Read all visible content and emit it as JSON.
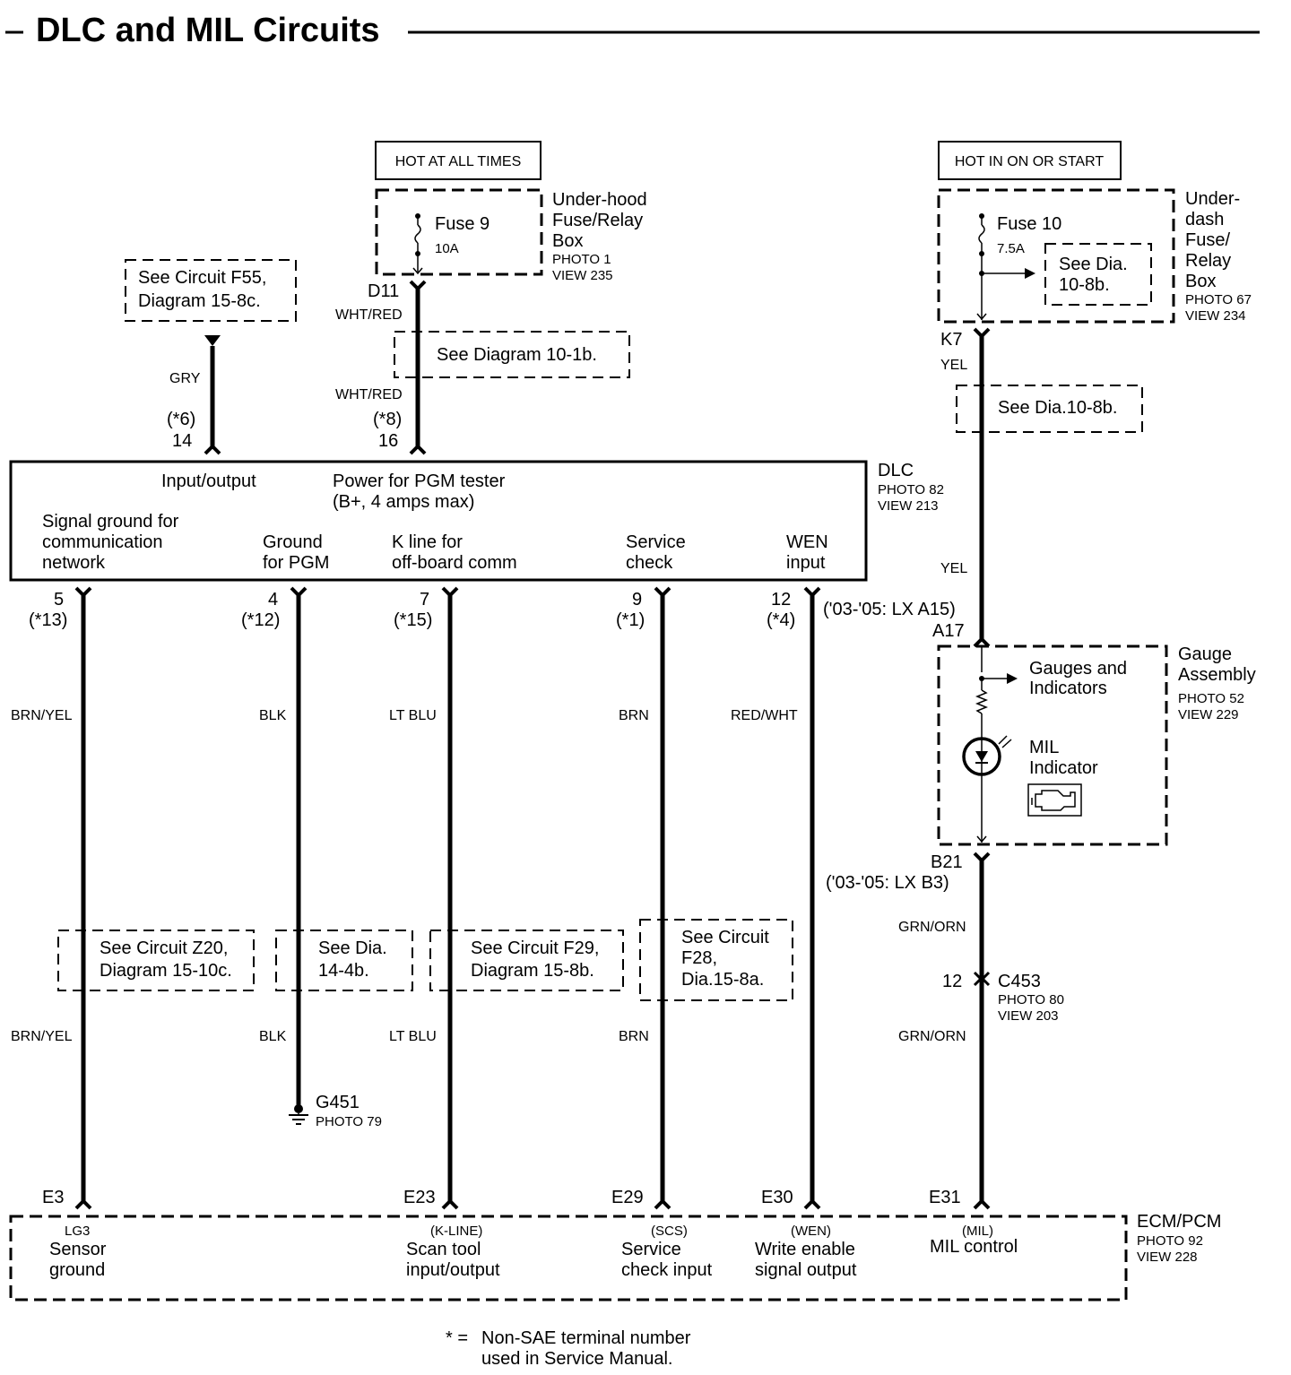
{
  "title": "DLC and MIL Circuits",
  "hot_labels": {
    "all_times": "HOT AT ALL TIMES",
    "on_start": "HOT IN ON OR START"
  },
  "underhood": {
    "fuse": "Fuse 9",
    "amps": "10A",
    "name_lines": [
      "Under-hood",
      "Fuse/Relay",
      "Box"
    ],
    "photo": "PHOTO 1",
    "view": "VIEW 235",
    "terminal": "D11",
    "wire1": "WHT/RED",
    "wire2": "WHT/RED",
    "see": "See Diagram 10-1b."
  },
  "underdash": {
    "fuse": "Fuse 10",
    "amps": "7.5A",
    "see_lines": [
      "See Dia.",
      "10-8b."
    ],
    "name_lines": [
      "Under-",
      "dash",
      "Fuse/",
      "Relay",
      "Box"
    ],
    "photo": "PHOTO 67",
    "view": "VIEW 234",
    "terminal": "K7",
    "wire1": "YEL",
    "see2": "See Dia.10-8b.",
    "wire2": "YEL"
  },
  "f55": {
    "lines": [
      "See Circuit F55,",
      "Diagram 15-8c."
    ],
    "wire": "GRY",
    "star": "(*6)",
    "pin": "14"
  },
  "pin16": {
    "star": "(*8)",
    "pin": "16"
  },
  "dlc": {
    "name": "DLC",
    "photo": "PHOTO 82",
    "view": "VIEW 213",
    "io": "Input/output",
    "power_lines": [
      "Power for PGM tester",
      "(B+, 4 amps max)"
    ],
    "signal_lines": [
      "Signal ground for",
      "communication",
      "network"
    ],
    "ground_lines": [
      "Ground",
      "for PGM"
    ],
    "kline_lines": [
      "K line for",
      "off-board comm"
    ],
    "service_lines": [
      "Service",
      "check"
    ],
    "wen_lines": [
      "WEN",
      "input"
    ]
  },
  "circuits": [
    {
      "pin": "5",
      "star": "(*13)",
      "wire": "BRN/YEL",
      "see_lines": [
        "See Circuit Z20,",
        "Diagram 15-10c."
      ],
      "wire2": "BRN/YEL",
      "ecm_pin": "E3"
    },
    {
      "pin": "4",
      "star": "(*12)",
      "wire": "BLK",
      "see_lines": [
        "See Dia.",
        "14-4b."
      ],
      "wire2": "BLK"
    },
    {
      "pin": "7",
      "star": "(*15)",
      "wire": "LT BLU",
      "see_lines": [
        "See Circuit F29,",
        "Diagram 15-8b."
      ],
      "wire2": "LT BLU",
      "ecm_pin": "E23"
    },
    {
      "pin": "9",
      "star": "(*1)",
      "wire": "BRN",
      "see_lines": [
        "See Circuit",
        "F28,",
        "Dia.15-8a."
      ],
      "wire2": "BRN",
      "ecm_pin": "E29"
    },
    {
      "pin": "12",
      "star": "(*4)",
      "wire": "RED/WHT",
      "ecm_pin": "E30"
    }
  ],
  "ground": {
    "name": "G451",
    "photo": "PHOTO 79"
  },
  "gauge": {
    "alt": "('03-'05: LX A15)",
    "pin": "A17",
    "gauges_lines": [
      "Gauges and",
      "Indicators"
    ],
    "mil_lines": [
      "MIL",
      "Indicator"
    ],
    "name_lines": [
      "Gauge",
      "Assembly"
    ],
    "photo": "PHOTO 52",
    "view": "VIEW 229",
    "out_pin": "B21",
    "out_alt": "('03-'05: LX B3)"
  },
  "mil_wire": {
    "wire1": "GRN/ORN",
    "c_pin": "12",
    "connector": "C453",
    "photo": "PHOTO 80",
    "view": "VIEW 203",
    "wire2": "GRN/ORN",
    "ecm_pin": "E31"
  },
  "ecm": {
    "name": "ECM/PCM",
    "photo": "PHOTO 92",
    "view": "VIEW 228",
    "lg3": "LG3",
    "sensor_lines": [
      "Sensor",
      "ground"
    ],
    "kline": "(K-LINE)",
    "scan_lines": [
      "Scan tool",
      "input/output"
    ],
    "scs": "(SCS)",
    "service_lines": [
      "Service",
      "check input"
    ],
    "wen": "(WEN)",
    "write_lines": [
      "Write enable",
      "signal output"
    ],
    "mil": "(MIL)",
    "mil_label": "MIL control"
  },
  "footnote": {
    "mark": "* =",
    "lines": [
      "Non-SAE terminal number",
      "used in Service Manual."
    ]
  }
}
